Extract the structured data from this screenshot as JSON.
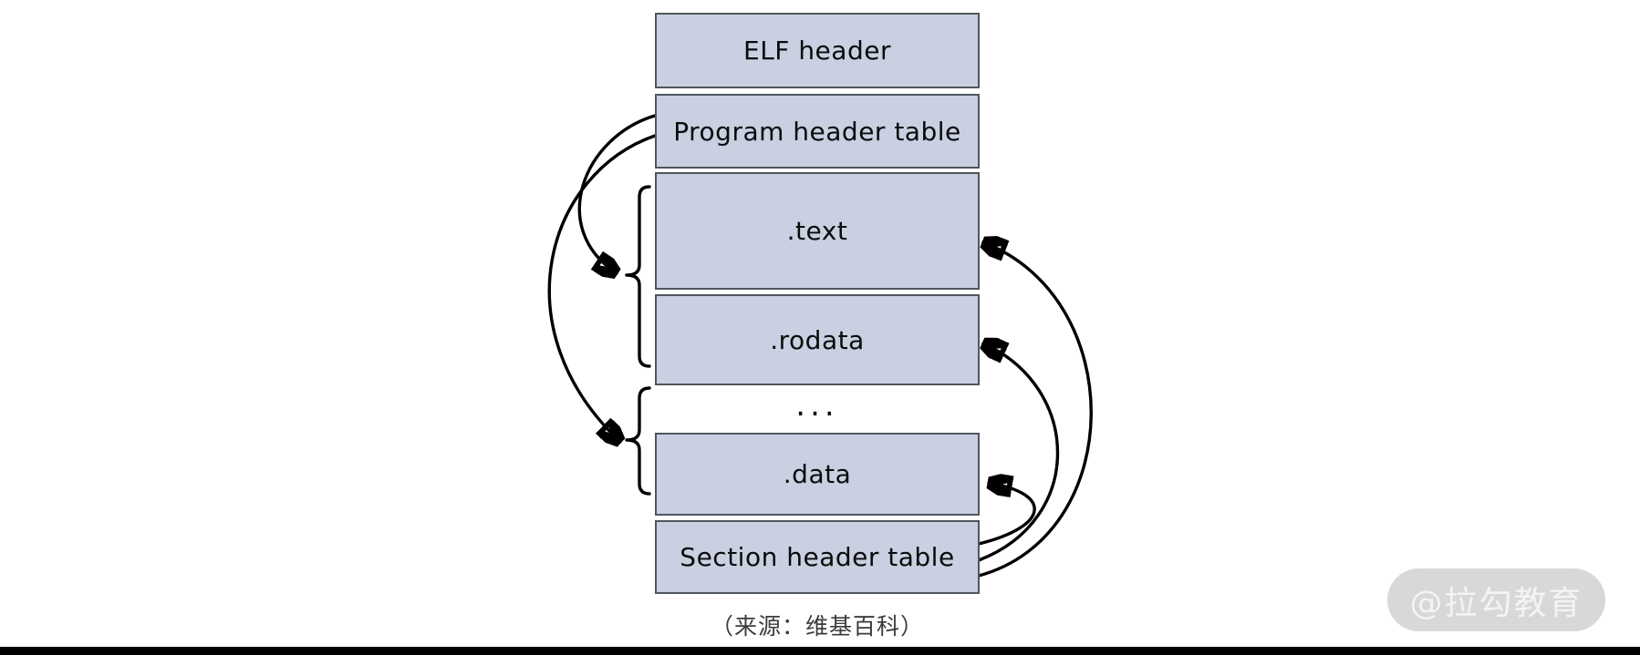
{
  "figure": {
    "boxes": [
      {
        "label": "ELF header"
      },
      {
        "label": "Program header table"
      },
      {
        "label": ".text"
      },
      {
        "label": ".rodata"
      },
      {
        "label": ".data"
      },
      {
        "label": "Section header table"
      }
    ],
    "ellipsis": "...",
    "caption": "（来源：维基百科）",
    "connectors": [
      {
        "from": "Program header table",
        "to": "{.text .rodata}",
        "style": "curved-arrow"
      },
      {
        "from": "Program header table",
        "to": "{... .data}",
        "style": "curved-arrow"
      },
      {
        "from": "Section header table",
        "to": ".text",
        "style": "curved-arrow"
      },
      {
        "from": "Section header table",
        "to": ".rodata",
        "style": "curved-arrow"
      },
      {
        "from": "Section header table",
        "to": ".data",
        "style": "curved-arrow"
      }
    ],
    "colors": {
      "box_fill": "#c8d0e1",
      "box_border": "#51565e",
      "line": "#000000",
      "caption_text": "#3c3c3c",
      "watermark_bg": "#d8d8d8",
      "watermark_text": "#f4f4f4",
      "bottom_bar": "#000000"
    }
  },
  "watermark": {
    "text": "@拉勾教育"
  }
}
